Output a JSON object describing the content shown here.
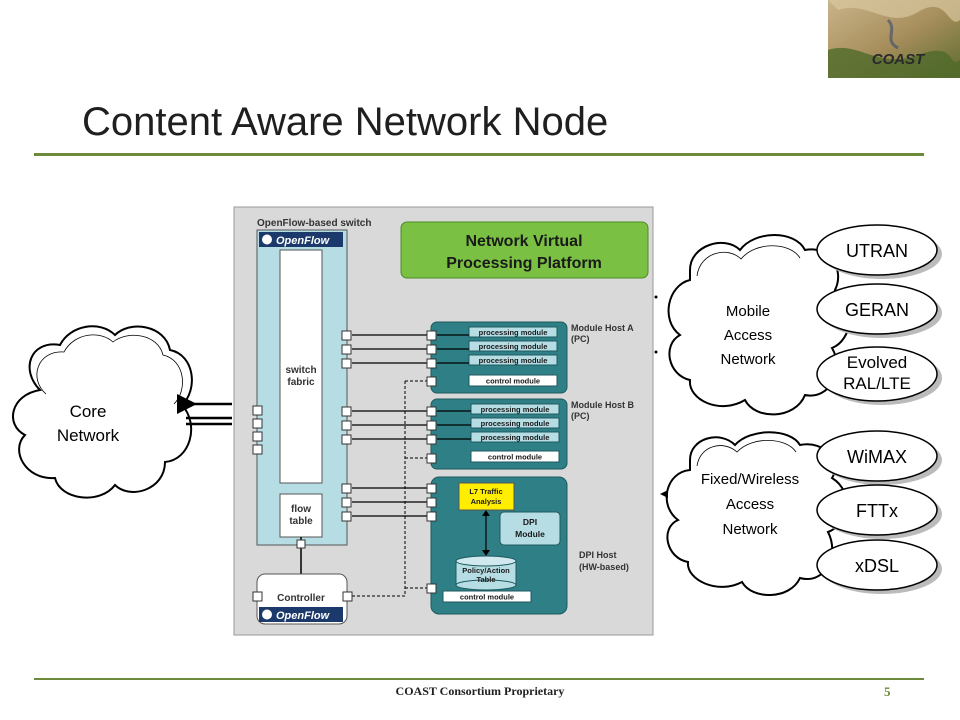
{
  "slide": {
    "title": "Content Aware Network Node",
    "footer": "COAST Consortium Proprietary",
    "page_number": "5",
    "logo_text": "COAST"
  },
  "diagram": {
    "switch_label": "OpenFlow-based switch",
    "openflow_logo": "OpenFlow",
    "switch_fabric": [
      "switch",
      "fabric"
    ],
    "flow_table": [
      "flow",
      "table"
    ],
    "controller": "Controller",
    "nvpp_title": [
      "Network Virtual",
      "Processing Platform"
    ],
    "module_host_a": [
      "Module Host A",
      "(PC)"
    ],
    "module_host_b": [
      "Module Host B",
      "(PC)"
    ],
    "dpi_host": [
      "DPI Host",
      "(HW-based)"
    ],
    "processing_module": "processing module",
    "control_module": "control module",
    "l7_analysis": [
      "L7 Traffic",
      "Analysis"
    ],
    "dpi_module": [
      "DPI",
      "Module"
    ],
    "policy_table": [
      "Policy/Action",
      "Table"
    ],
    "core_network": [
      "Core",
      "Network"
    ],
    "mobile_access": [
      "Mobile",
      "Access",
      "Network"
    ],
    "fixed_access": [
      "Fixed/Wireless",
      "Access",
      "Network"
    ],
    "mobile_techs": [
      [
        "UTRAN"
      ],
      [
        "GERAN"
      ],
      [
        "Evolved",
        "RAL/LTE"
      ]
    ],
    "fixed_techs": [
      [
        "WiMAX"
      ],
      [
        "FTTx"
      ],
      [
        "xDSL"
      ]
    ]
  },
  "colors": {
    "accent_rule": "#6d8a3a",
    "nvpp_green": "#7ac143",
    "module_teal": "#2f7f86",
    "switch_light_blue": "#b7dde4",
    "l7_yellow": "#ffee00"
  }
}
